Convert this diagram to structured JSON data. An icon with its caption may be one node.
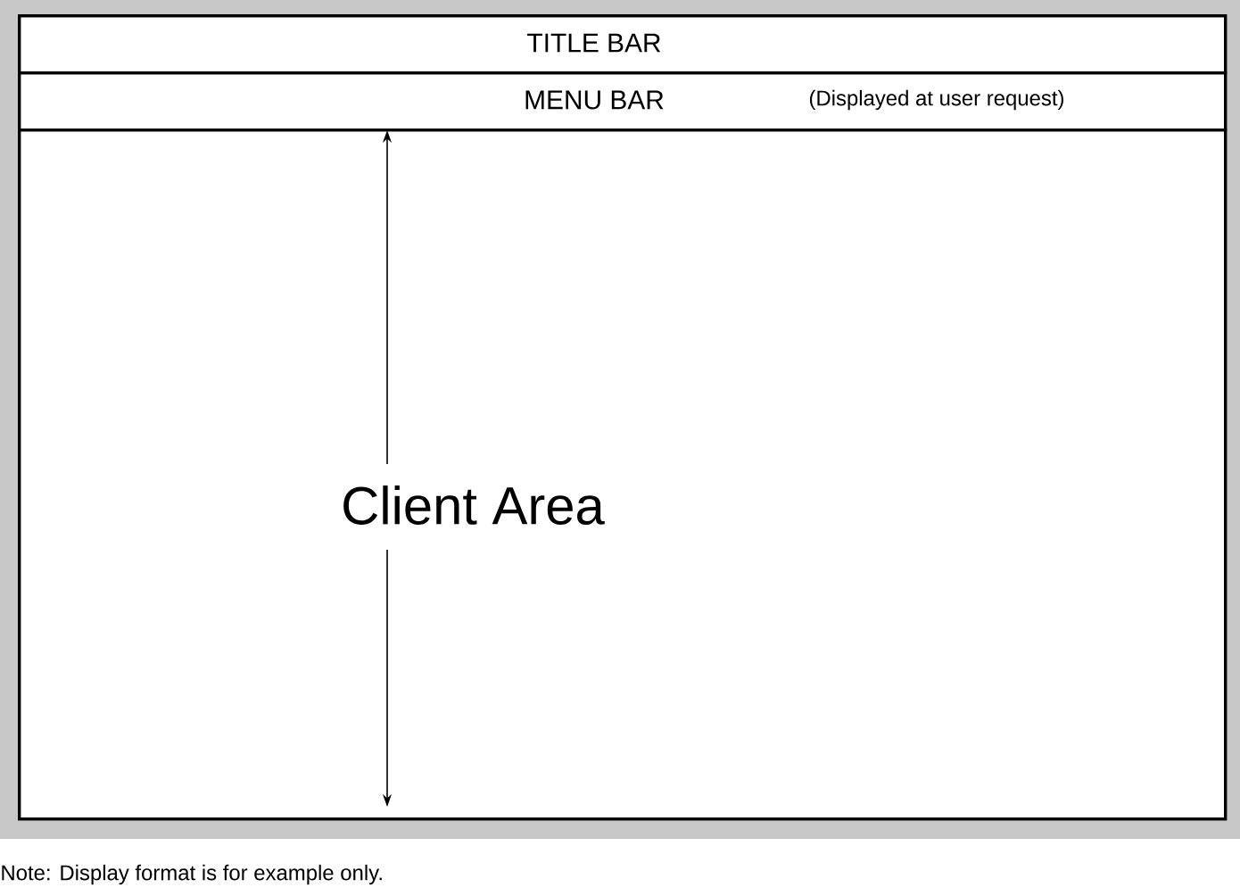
{
  "diagram": {
    "nodes": [
      {
        "text": [],
        "shape": "box"
      },
      {
        "text": [
          "TITLE BAR"
        ],
        "in": 0
      },
      {
        "text": [
          "MENU BAR",
          "(Displayed at user request)"
        ],
        "in": 0
      },
      {
        "text": [
          "Client Area"
        ],
        "in": 0
      }
    ],
    "labels": [
      "Note:  Display format is for example only."
    ]
  }
}
